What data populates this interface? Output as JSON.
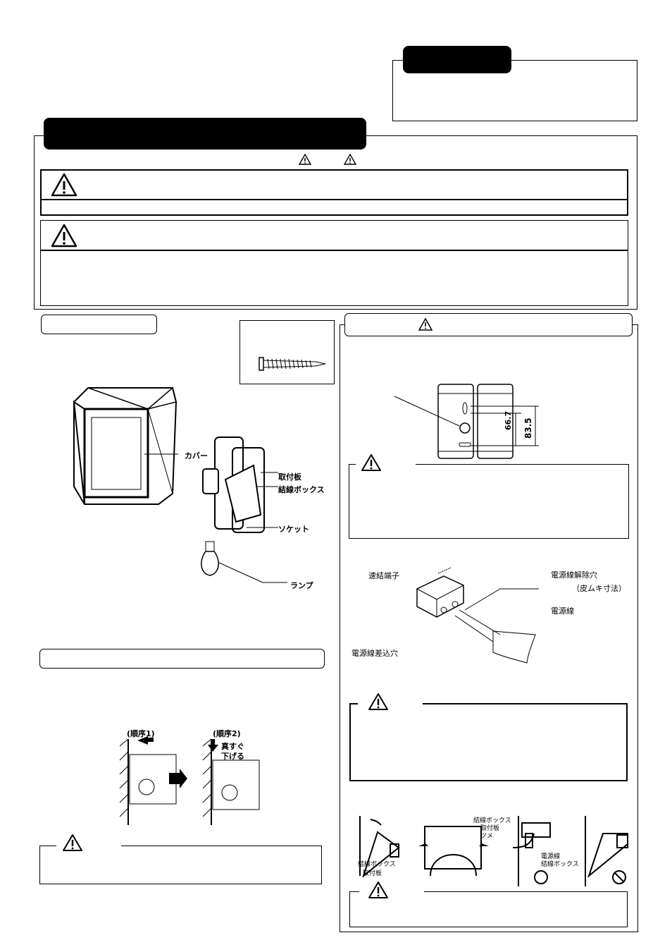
{
  "parts_diagram": {
    "labels": {
      "cover": "カバー",
      "mounting_plate": "取付板",
      "junction_box": "結線ボックス",
      "socket": "ソケット",
      "lamp": "ランプ"
    }
  },
  "dimension_diagram": {
    "dim_small": "66.7",
    "dim_large": "83.5"
  },
  "terminal_diagram": {
    "labels": {
      "quick_terminal": "速結端子",
      "release_hole": "電源線解除穴",
      "strip_length": "（皮ムキ寸法）",
      "power_cord": "電源線",
      "insert_hole": "電源線差込穴"
    }
  },
  "sequence_diagram": {
    "step1": "(順序1)",
    "step2": "(順序2)",
    "step2_note_line1": "真すぐ",
    "step2_note_line2": "下げる"
  },
  "assembly_diagram": {
    "labels": {
      "junction_box": "結線ボックス",
      "mounting_plate": "取付板",
      "claw": "ツメ",
      "power_cord": "電源線"
    }
  }
}
